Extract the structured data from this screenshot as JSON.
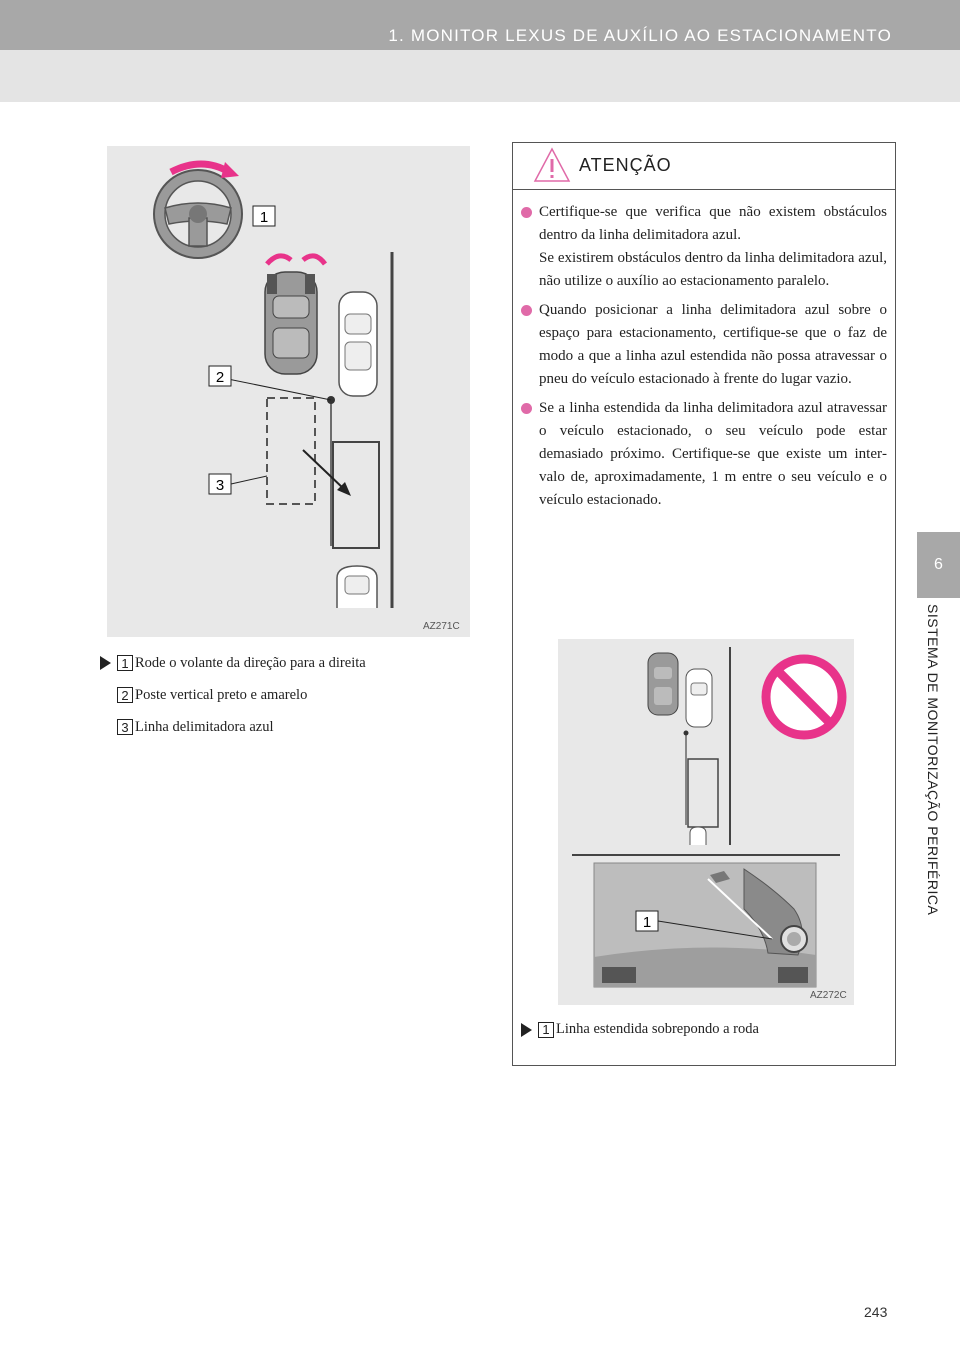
{
  "header": {
    "title": "1. MONITOR LEXUS DE AUXÍLIO AO ESTACIONAMENTO"
  },
  "side_tab": {
    "number": "6",
    "label": "SISTEMA DE MONITORIZAÇÃO PERIFÉRICA"
  },
  "figure1": {
    "code": "AZ271C",
    "callouts": [
      "1",
      "2",
      "3"
    ]
  },
  "legend": [
    {
      "num": "1",
      "text": "Rode o volante da direção para a direita"
    },
    {
      "num": "2",
      "text": "Poste vertical preto e amarelo"
    },
    {
      "num": "3",
      "text": "Linha delimitadora azul"
    }
  ],
  "warning": {
    "title": "ATENÇÃO",
    "bullets": [
      {
        "text": "Certifique-se que verifica que não exis­tem obstáculos dentro da linha delimita­dora azul."
      },
      {
        "text": "Se existirem obstáculos dentro da linha delimitadora azul, não utilize o auxílio ao estacionamento paralelo."
      },
      {
        "text": "Quando posicionar a linha delimitadora azul sobre o espaço para estaciona­mento, certifique-se que o faz de modo a que a linha azul estendida não possa atra­vessar o pneu do veículo estacionado à frente do lugar vazio."
      },
      {
        "text": "Se a linha estendida da linha delimitadora azul atravessar o veículo estacionado, o seu veículo pode estar demasiado pró­ximo. Certifique-se que existe um inter­valo de, aproximadamente, 1 m entre o seu veículo e o veículo estacionado."
      }
    ],
    "figure2": {
      "code": "AZ272C",
      "callout": "1"
    },
    "note": {
      "num": "1",
      "text": "Linha estendida sobrepondo a roda"
    }
  },
  "colors": {
    "header_dark": "#a8a8a8",
    "header_light": "#e4e4e4",
    "bullet_pink": "#e06aa8",
    "prohibit_pink": "#e8338a",
    "figure_bg": "#e8e8e8"
  },
  "page_number": "243"
}
